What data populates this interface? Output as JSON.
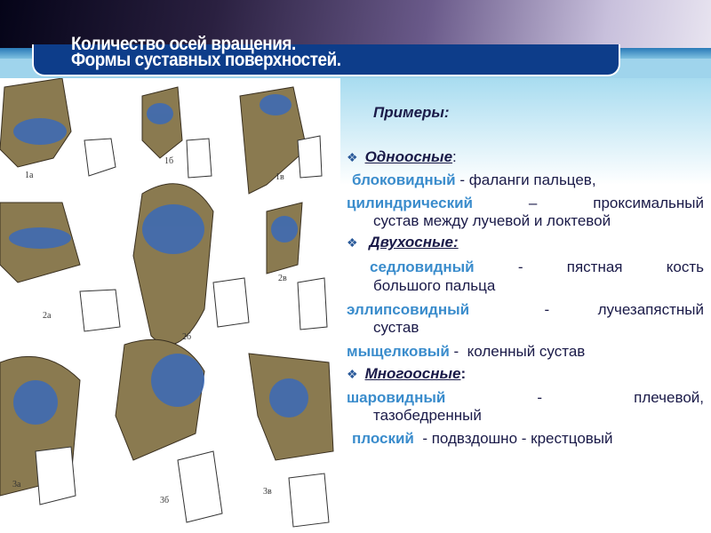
{
  "title": {
    "line1": "Количество осей вращения.",
    "line2": "Формы суставных поверхностей."
  },
  "figure": {
    "labels": [
      "1а",
      "1б",
      "1в",
      "2а",
      "2б",
      "2в",
      "3а",
      "3б",
      "3в"
    ]
  },
  "content": {
    "examples": "Примеры:",
    "bullet": "❖",
    "uniaxial": {
      "heading": "Одноосные",
      "colon": ":",
      "items": [
        {
          "term": "блоковидный",
          "desc": " - фаланги пальцев,"
        },
        {
          "term": "цилиндрический",
          "dash": "–",
          "desc": "проксимальный",
          "cont": "сустав между лучевой и локтевой"
        }
      ]
    },
    "biaxial": {
      "heading": "Двухосные:",
      "items": [
        {
          "term": "седловидный",
          "dash": "-",
          "w1": "пястная",
          "w2": "кость",
          "cont": "большого пальца"
        },
        {
          "term": "эллипсовидный",
          "dash": "-",
          "desc": "лучезапястный",
          "cont": "сустав"
        },
        {
          "term": "мыщелковый",
          "desc": " -  коленный сустав"
        }
      ]
    },
    "multiaxial": {
      "heading": "Многоосные",
      "colon": ":",
      "items": [
        {
          "term": "шаровидный",
          "dash": "-",
          "desc": "плечевой,",
          "cont": "тазобедренный"
        },
        {
          "term": "плоский",
          "desc": "  - подвздошно - крестцовый"
        }
      ]
    }
  },
  "colors": {
    "term": "#3a8ccc",
    "text": "#1a1a48",
    "panel": "#0d3d8a"
  }
}
